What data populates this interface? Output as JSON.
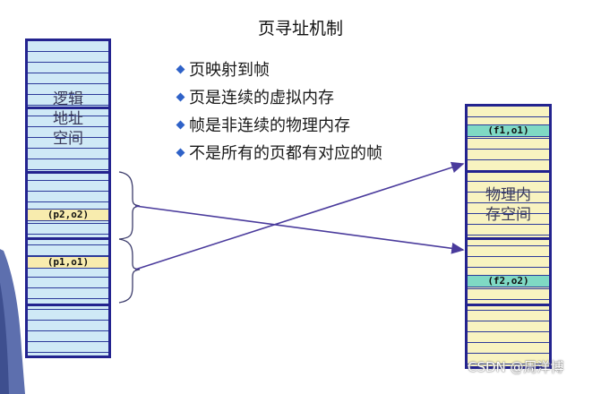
{
  "title": "页寻址机制",
  "bullets": [
    "页映射到帧",
    "页是连续的虚拟内存",
    "帧是非连续的物理内存",
    "不是所有的页都有对应的帧"
  ],
  "logical_space": {
    "label_lines": [
      "逻辑",
      "地址",
      "空间"
    ],
    "page_p2": "(p2,o2)",
    "page_p1": "(p1,o1)"
  },
  "physical_space": {
    "label_lines": [
      "物理内",
      "存空间"
    ],
    "frame_f1": "(f1,o1)",
    "frame_f2": "(f2,o2)"
  },
  "watermark": "CSDN @周洋博",
  "colors": {
    "border": "#23238f",
    "left_fill": "#cfe9f6",
    "right_fill": "#f8f3c0",
    "slot_yellow": "#f8ecae",
    "slot_teal": "#7fd9c4",
    "bullet": "#2f62c8",
    "arrow": "#4a3b9c"
  }
}
